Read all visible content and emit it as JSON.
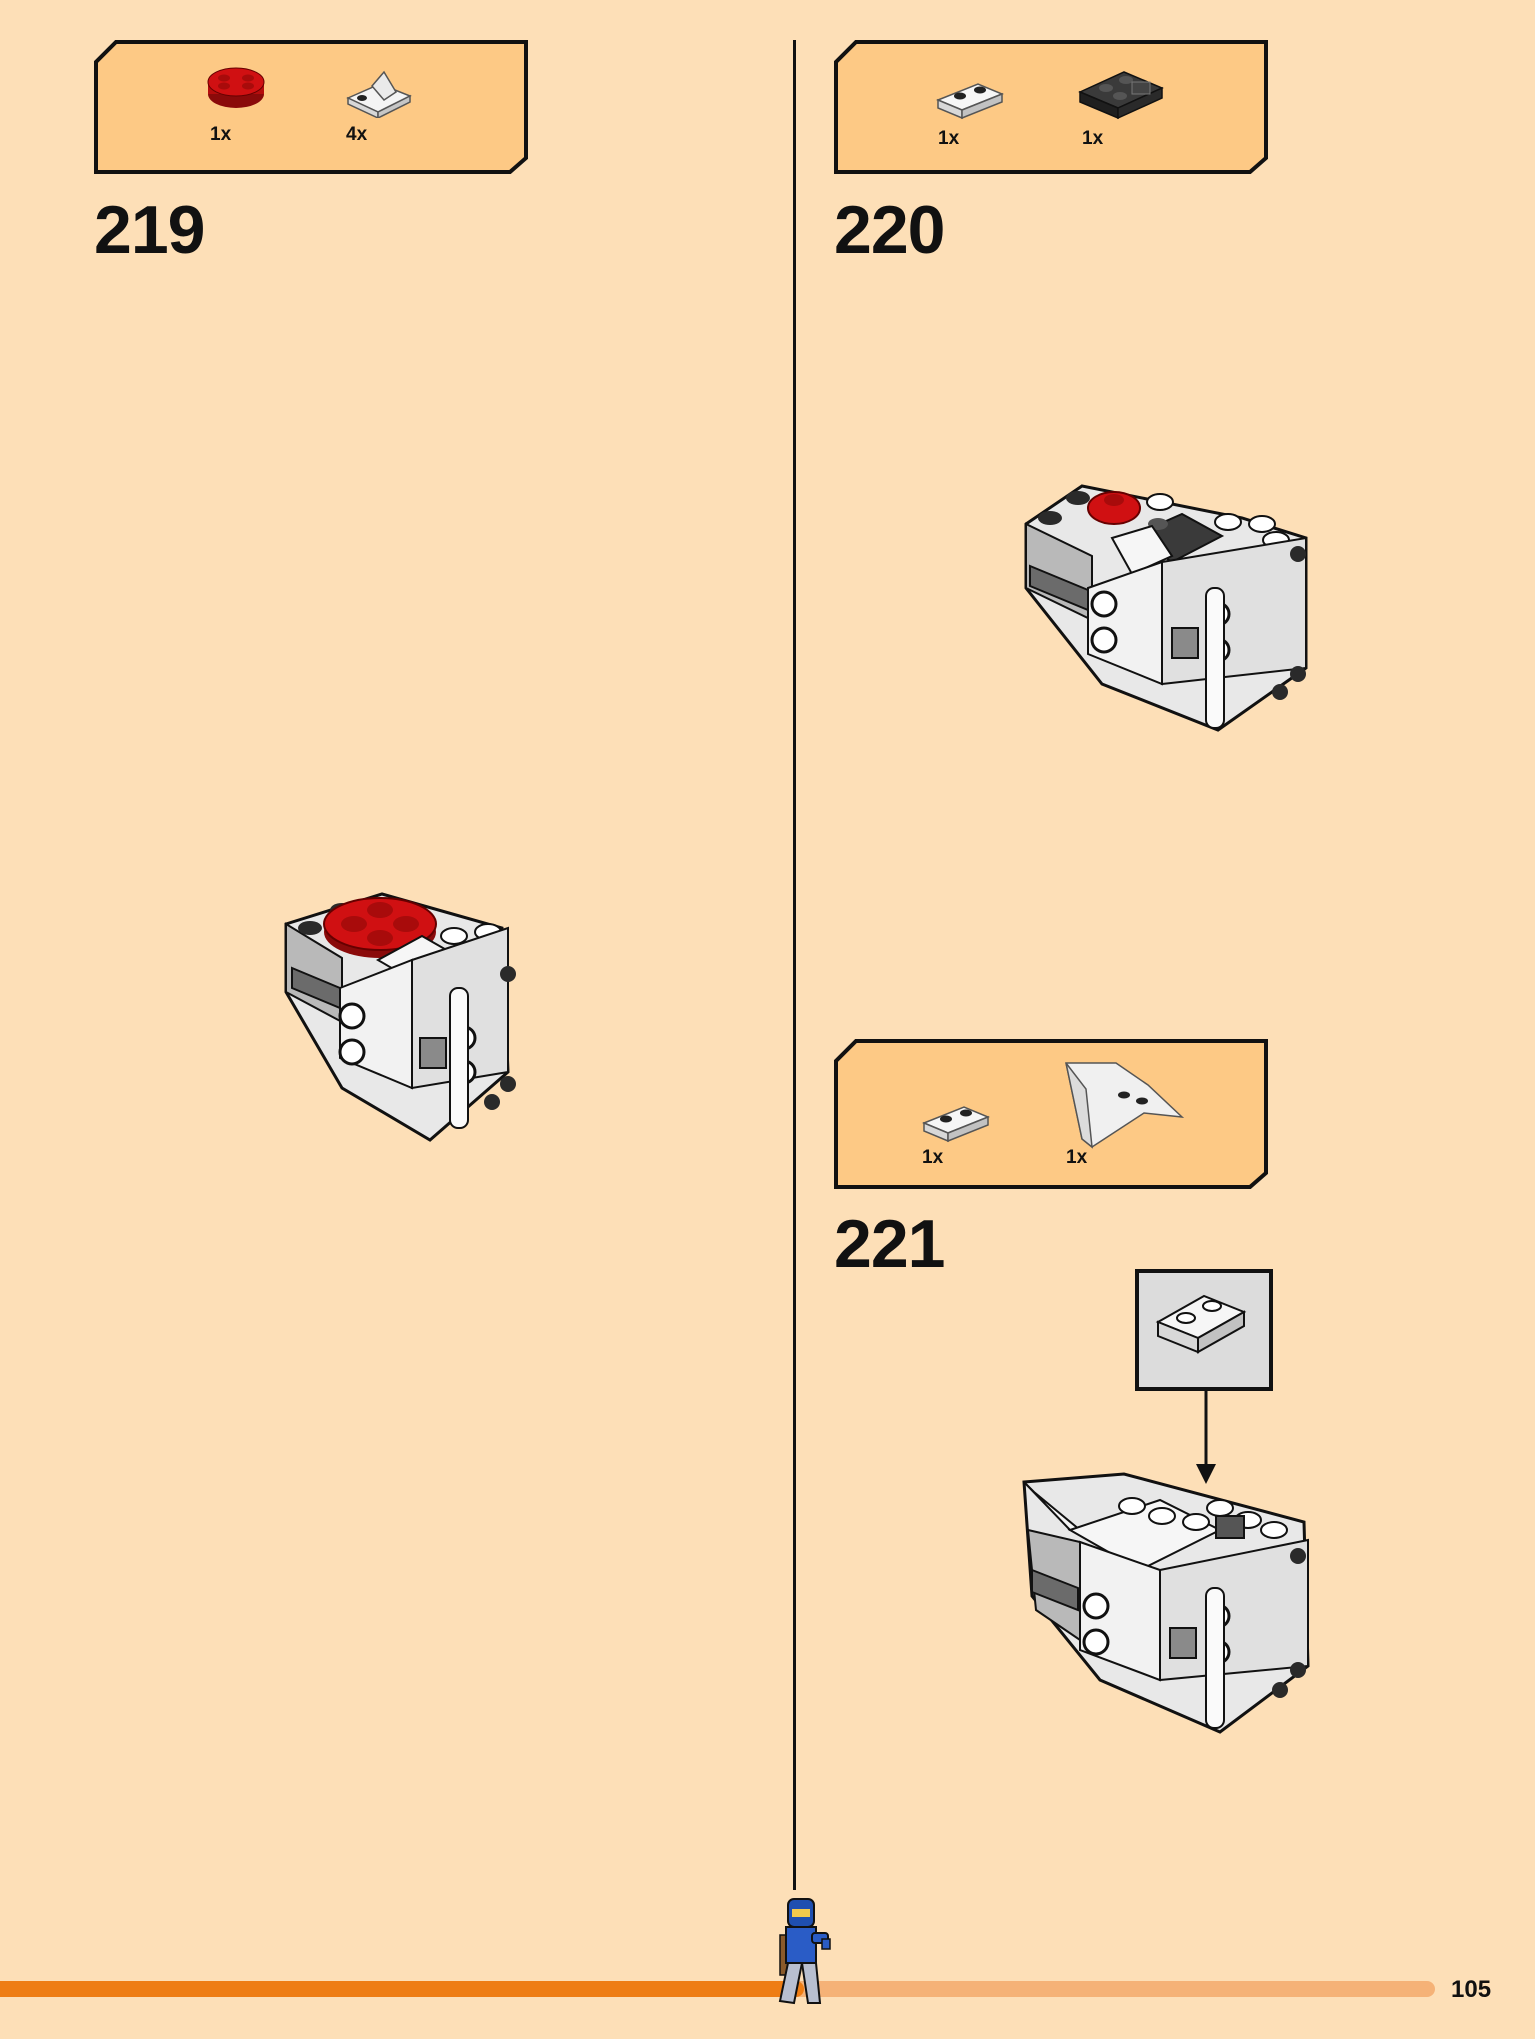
{
  "steps": [
    {
      "number": "219",
      "parts": [
        {
          "qty": "1x",
          "icon": "red-round-plate-icon",
          "color": "#d01012"
        },
        {
          "qty": "4x",
          "icon": "white-bracket-plate-icon",
          "color": "#f4f4f4"
        }
      ]
    },
    {
      "number": "220",
      "parts": [
        {
          "qty": "1x",
          "icon": "white-plate-1x2-icon",
          "color": "#f4f4f4"
        },
        {
          "qty": "1x",
          "icon": "black-plate-2x2-icon",
          "color": "#2a2a2a"
        }
      ]
    },
    {
      "number": "221",
      "parts": [
        {
          "qty": "1x",
          "icon": "white-plate-1x2-icon",
          "color": "#f4f4f4"
        },
        {
          "qty": "1x",
          "icon": "white-wedge-slope-icon",
          "color": "#f4f4f4"
        }
      ]
    }
  ],
  "progress": {
    "fraction": 0.56
  },
  "page_number": "105",
  "colors": {
    "background": "#fddfb7",
    "parts_box": "#fdc985",
    "progress_fill": "#ee7d14",
    "progress_track": "#f5b277"
  }
}
